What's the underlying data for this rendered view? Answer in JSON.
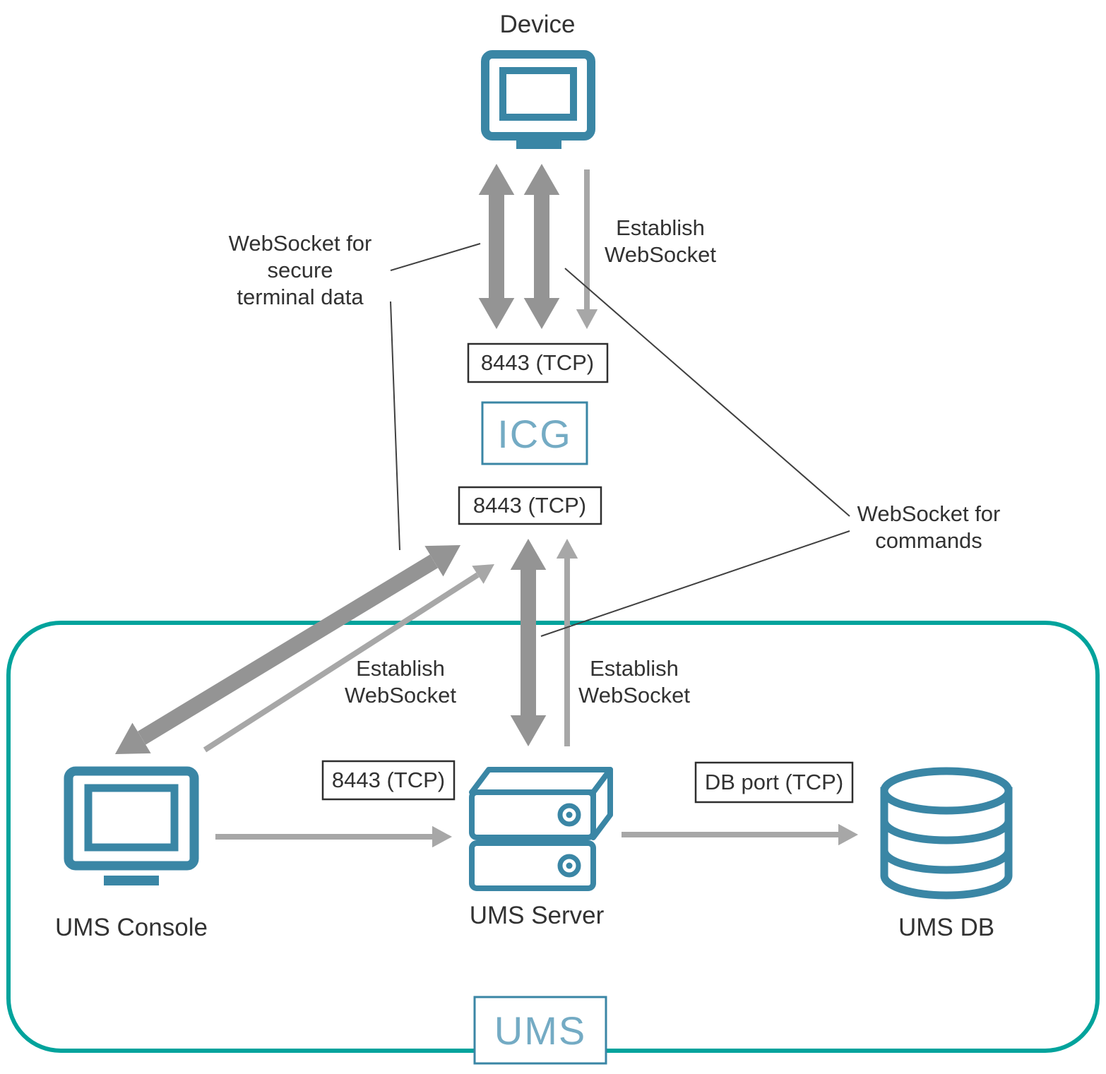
{
  "colors": {
    "icon_teal": "#3a86a5",
    "zone_border_teal": "#00a39c",
    "display_text_teal": "#74abc4",
    "arrow_thick_gray": "#949494",
    "arrow_thin_gray": "#a7a7a7",
    "callout_line": "#404040",
    "text": "#323232",
    "port_box_border": "#2e2e2e",
    "background": "#ffffff"
  },
  "nodes": {
    "device": {
      "label": "Device"
    },
    "icg": {
      "label": "ICG"
    },
    "ums_console": {
      "label": "UMS Console"
    },
    "ums_server": {
      "label": "UMS Server"
    },
    "ums_db": {
      "label": "UMS DB"
    },
    "ums_zone": {
      "label": "UMS"
    }
  },
  "port_labels": {
    "device_to_icg": "8443 (TCP)",
    "icg_to_ums_server": "8443 (TCP)",
    "console_to_server": "8443 (TCP)",
    "server_to_db": "DB port (TCP)"
  },
  "annotations": {
    "secure_terminal": {
      "lines": [
        "WebSocket for",
        "secure",
        "terminal data"
      ]
    },
    "establish_ws_device": {
      "lines": [
        "Establish",
        "WebSocket"
      ]
    },
    "ws_commands": {
      "lines": [
        "WebSocket for",
        "commands"
      ]
    },
    "establish_ws_console": {
      "lines": [
        "Establish",
        "WebSocket"
      ]
    },
    "establish_ws_server": {
      "lines": [
        "Establish",
        "WebSocket"
      ]
    }
  }
}
